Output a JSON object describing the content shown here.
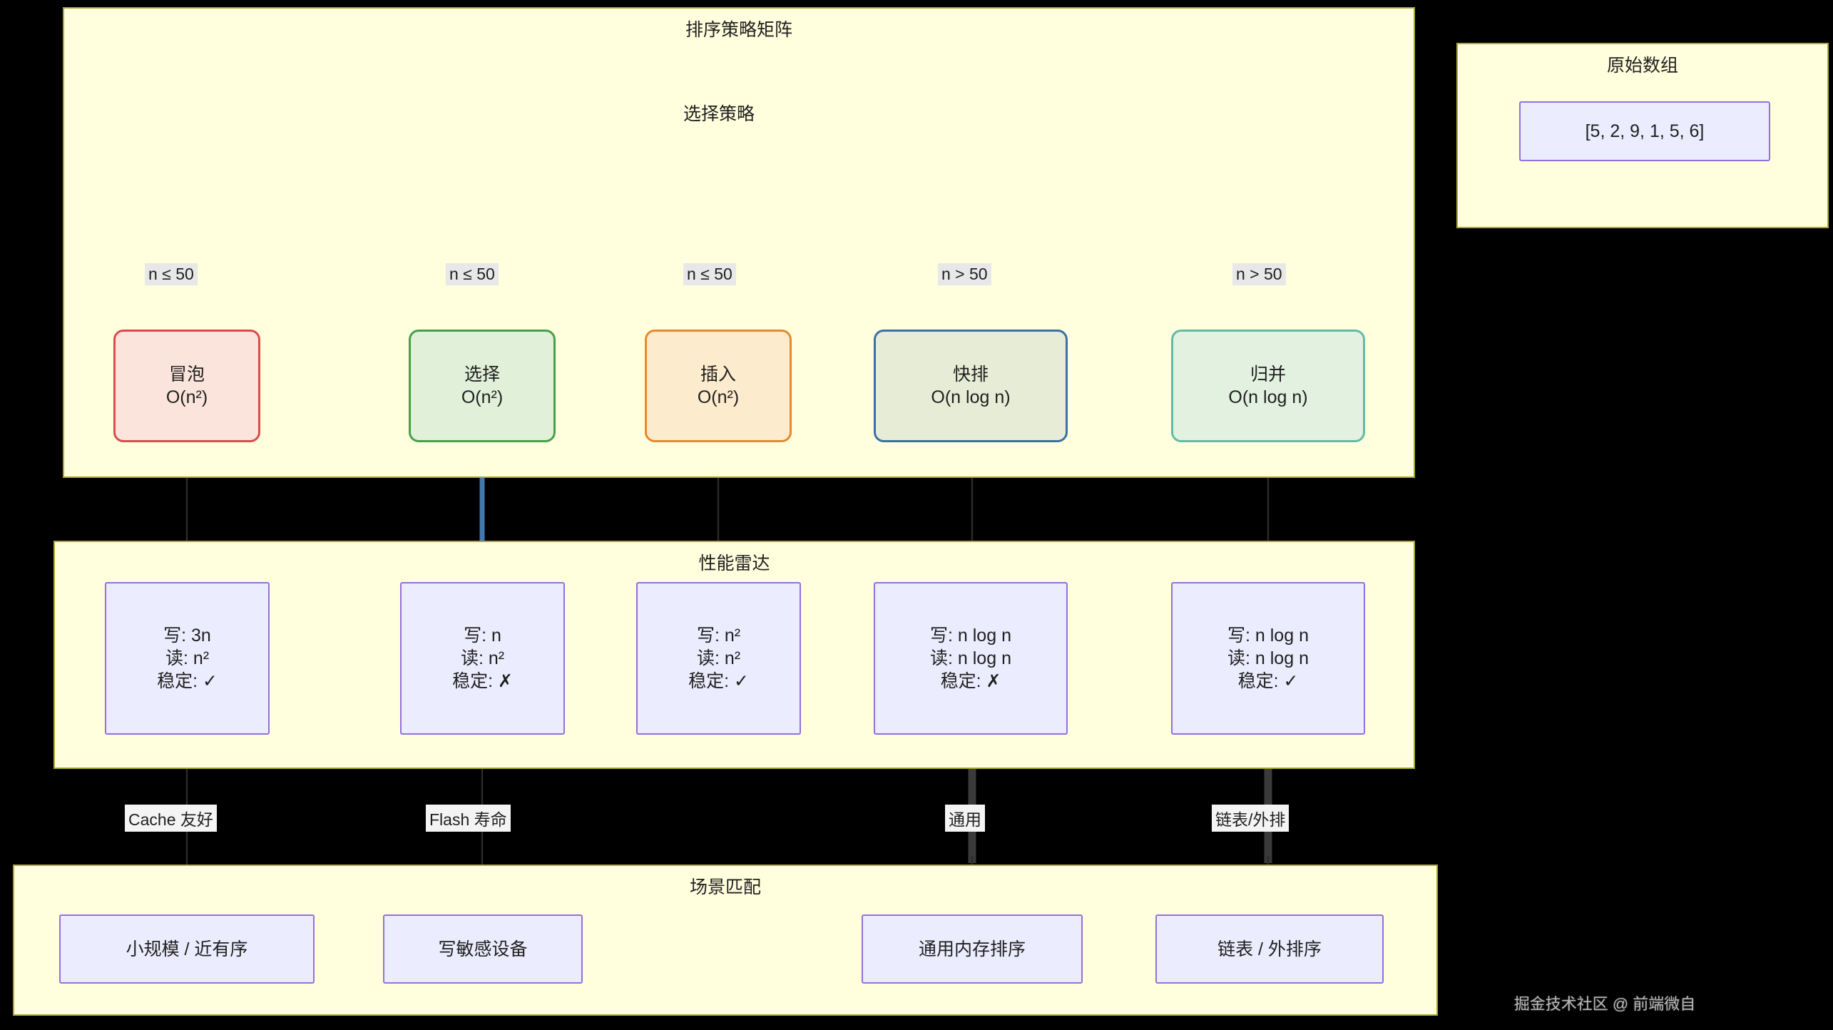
{
  "diagram": {
    "title_matrix": "排序策略矩阵",
    "title_radar": "性能雷达",
    "title_scene": "场景匹配",
    "title_array": "原始数组",
    "decision_label": "选择策略",
    "array_value": "[5, 2, 9, 1, 5, 6]",
    "watermark": "掘金技术社区 @ 前端微自",
    "colors": {
      "panel_bg": "#ffffde",
      "panel_border": "#aaaa33",
      "node_fill": "#ececff",
      "node_border": "#9370db",
      "red": "#db4a4a",
      "green": "#46a049",
      "orange": "#e8882a",
      "blue": "#3b6fa8",
      "teal": "#63bba6",
      "edge": "#333333",
      "edge_thick": "#3a3a3a",
      "edge_blue": "#4178ae"
    },
    "decision_edges": [
      {
        "label": "n ≤ 50"
      },
      {
        "label": "n ≤ 50"
      },
      {
        "label": "n ≤ 50"
      },
      {
        "label": "n > 50"
      },
      {
        "label": "n > 50"
      }
    ],
    "algorithms": [
      {
        "name": "冒泡",
        "complexity": "O(n²)"
      },
      {
        "name": "选择",
        "complexity": "O(n²)"
      },
      {
        "name": "插入",
        "complexity": "O(n²)"
      },
      {
        "name": "快排",
        "complexity": "O(n log n)"
      },
      {
        "name": "归并",
        "complexity": "O(n log n)"
      }
    ],
    "metrics": [
      {
        "write": "写: 3n",
        "read": "读: n²",
        "stable": "稳定: ✓"
      },
      {
        "write": "写: n",
        "read": "读: n²",
        "stable": "稳定: ✗"
      },
      {
        "write": "写: n²",
        "read": "读: n²",
        "stable": "稳定: ✓"
      },
      {
        "write": "写: n log n",
        "read": "读: n log n",
        "stable": "稳定: ✗"
      },
      {
        "write": "写: n log n",
        "read": "读: n log n",
        "stable": "稳定: ✓"
      }
    ],
    "scene_edges": [
      {
        "label": "Cache 友好"
      },
      {
        "label": "Flash 寿命"
      },
      {
        "label": "通用"
      },
      {
        "label": "链表/外排"
      }
    ],
    "scenes": [
      {
        "label": "小规模 / 近有序"
      },
      {
        "label": "写敏感设备"
      },
      {
        "label": "通用内存排序"
      },
      {
        "label": "链表 / 外排序"
      }
    ]
  }
}
